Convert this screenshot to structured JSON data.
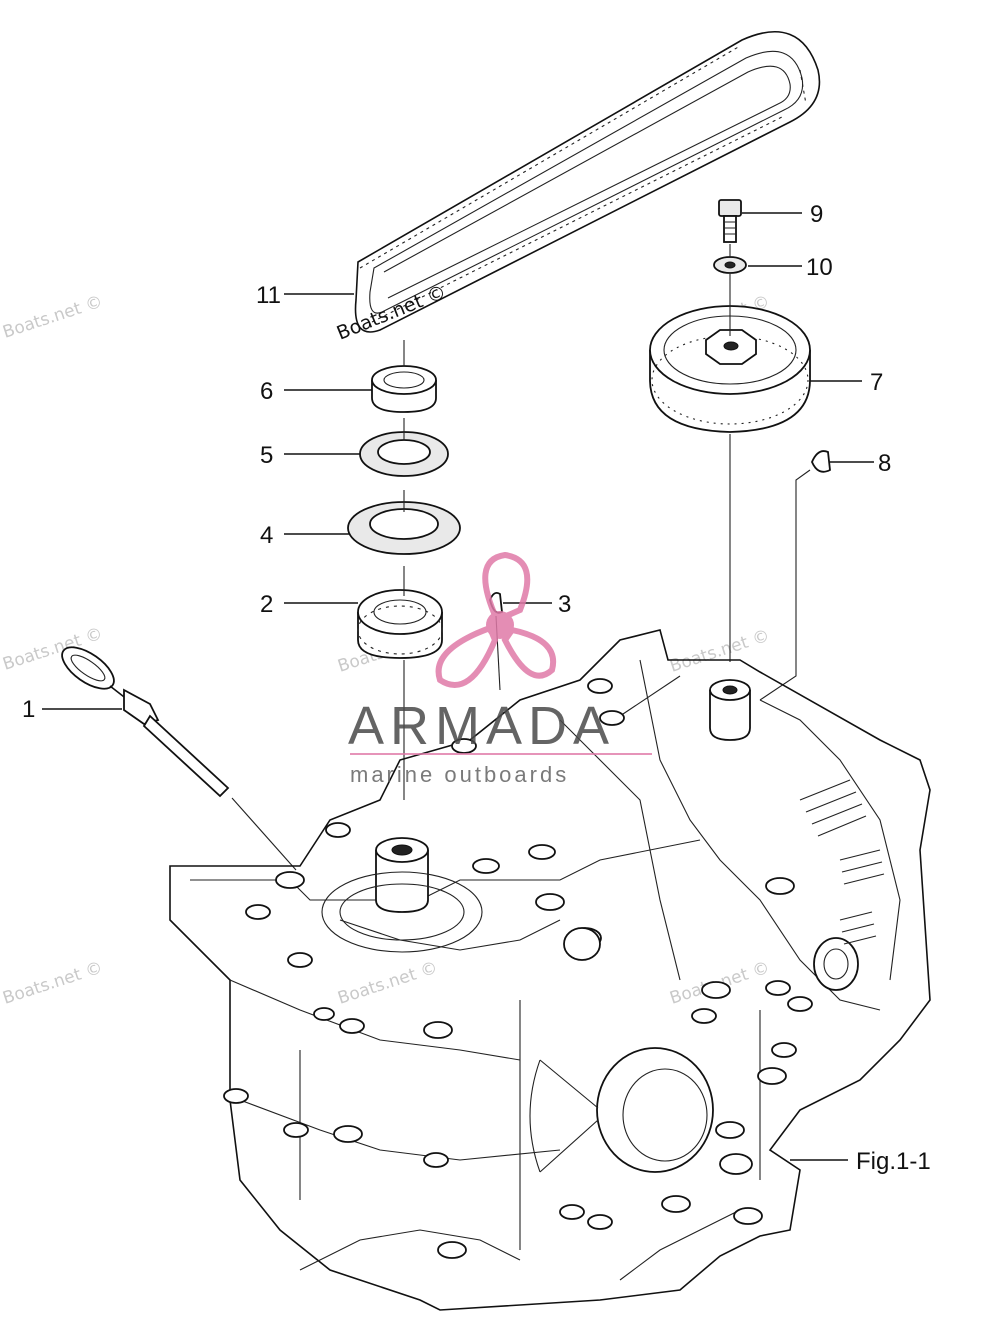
{
  "figure": {
    "label": "Fig.1-1"
  },
  "callouts": [
    {
      "number": "1"
    },
    {
      "number": "2"
    },
    {
      "number": "3"
    },
    {
      "number": "4"
    },
    {
      "number": "5"
    },
    {
      "number": "6"
    },
    {
      "number": "7"
    },
    {
      "number": "8"
    },
    {
      "number": "9"
    },
    {
      "number": "10"
    },
    {
      "number": "11"
    }
  ],
  "watermark": {
    "text": "Boats.net ©",
    "belt_mark": "Boats.net ©"
  },
  "brand": {
    "name": "ARMADA",
    "tagline": "marine outboards",
    "accent_color": "#e07aa8",
    "text_color": "#4a4a4a"
  },
  "colors": {
    "line": "#111111",
    "background": "#ffffff",
    "watermark": "#c9c9c9"
  }
}
